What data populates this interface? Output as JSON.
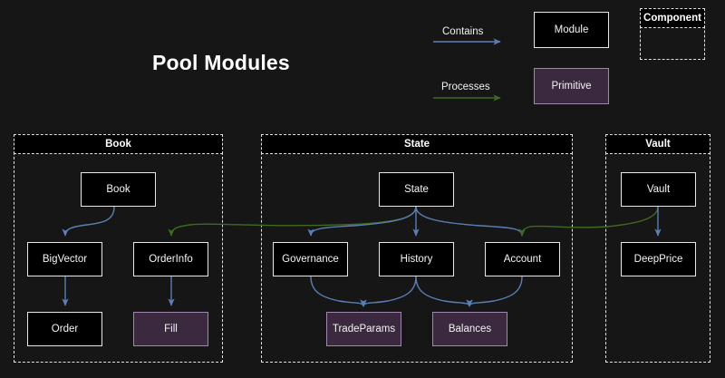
{
  "diagram": {
    "title": "Pool Modules",
    "background_color": "#161616"
  },
  "legend": {
    "edges": [
      {
        "label": "Contains",
        "color": "#5b7fb5",
        "name": "contains"
      },
      {
        "label": "Processes",
        "color": "#3f6b1e",
        "name": "processes"
      }
    ],
    "shapes": [
      {
        "label": "Module",
        "kind": "module",
        "fill": "#000000",
        "border": "#e8e8e8"
      },
      {
        "label": "Primitive",
        "kind": "primitive",
        "fill": "#3b2a3f",
        "border": "#a187ae"
      },
      {
        "label": "Component",
        "kind": "component",
        "fill": "transparent",
        "border": "#e2e2e2"
      }
    ]
  },
  "components": [
    {
      "name": "book",
      "label": "Book"
    },
    {
      "name": "state",
      "label": "State"
    },
    {
      "name": "vault",
      "label": "Vault"
    }
  ],
  "nodes": {
    "book": "Book",
    "bigvector": "BigVector",
    "orderinfo": "OrderInfo",
    "order": "Order",
    "fill": "Fill",
    "state": "State",
    "governance": "Governance",
    "history": "History",
    "account": "Account",
    "tradeparams": "TradeParams",
    "balances": "Balances",
    "vault": "Vault",
    "deepprice": "DeepPrice"
  },
  "connections": [
    {
      "from": "Book",
      "to": "BigVector",
      "type": "Contains"
    },
    {
      "from": "BigVector",
      "to": "Order",
      "type": "Contains"
    },
    {
      "from": "OrderInfo",
      "to": "Fill",
      "type": "Contains"
    },
    {
      "from": "State",
      "to": "OrderInfo",
      "type": "Processes"
    },
    {
      "from": "State",
      "to": "Governance",
      "type": "Contains"
    },
    {
      "from": "State",
      "to": "History",
      "type": "Contains"
    },
    {
      "from": "State",
      "to": "Account",
      "type": "Contains"
    },
    {
      "from": "Governance",
      "to": "TradeParams",
      "type": "Contains"
    },
    {
      "from": "History",
      "to": "TradeParams",
      "type": "Contains"
    },
    {
      "from": "History",
      "to": "Balances",
      "type": "Contains"
    },
    {
      "from": "Account",
      "to": "Balances",
      "type": "Contains"
    },
    {
      "from": "Vault",
      "to": "Account",
      "type": "Processes"
    },
    {
      "from": "Vault",
      "to": "DeepPrice",
      "type": "Contains"
    }
  ]
}
